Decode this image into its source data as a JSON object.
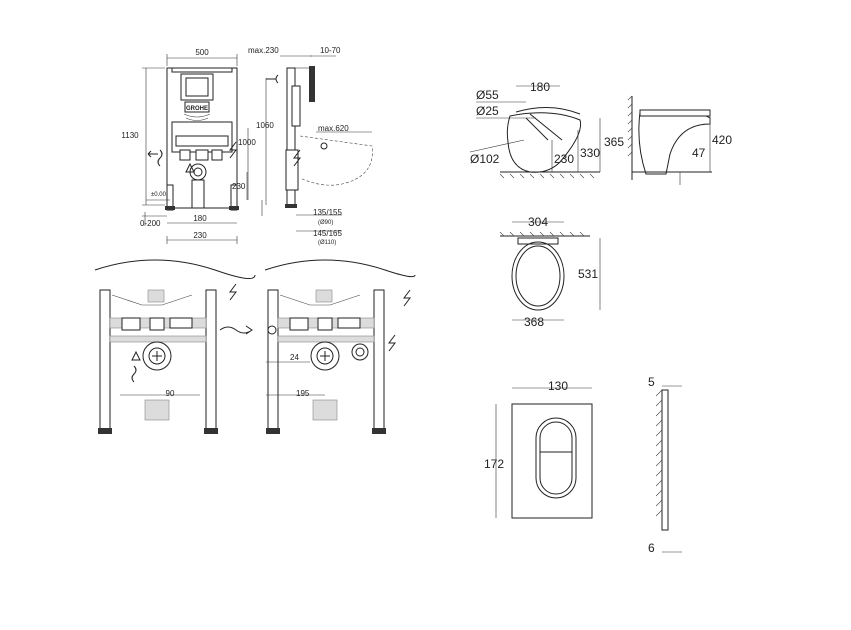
{
  "frame_front": {
    "width": "500",
    "height": "1130",
    "flush_height": "1000",
    "pipe_height": "230",
    "floor_offset": "0-200",
    "half_width": "180",
    "bottom_width": "230",
    "floor_mark": "±0.00",
    "brand": "GROHE"
  },
  "frame_side": {
    "max_depth": "max.230",
    "wall_offset": "10-70",
    "height": "1060",
    "max_projection": "max.620",
    "pipe_height": "230",
    "dim_a": "135/155",
    "dim_a_sub": "(Ø90)",
    "dim_b": "145/165",
    "dim_b_sub": "(Ø110)"
  },
  "install_left": {
    "distance": "90"
  },
  "install_right": {
    "distance_a": "24",
    "distance_b": "195"
  },
  "wc_side": {
    "d55": "Ø55",
    "d25": "Ø25",
    "d102": "Ø102",
    "w180": "180",
    "h365": "365",
    "h330": "330",
    "h230": "230"
  },
  "wc_side_seat": {
    "h420": "420",
    "h47": "47"
  },
  "wc_top": {
    "width": "304",
    "length": "531",
    "outer_width": "368"
  },
  "plate_front": {
    "width": "130",
    "height": "172"
  },
  "plate_side": {
    "top": "5",
    "bottom": "6"
  }
}
